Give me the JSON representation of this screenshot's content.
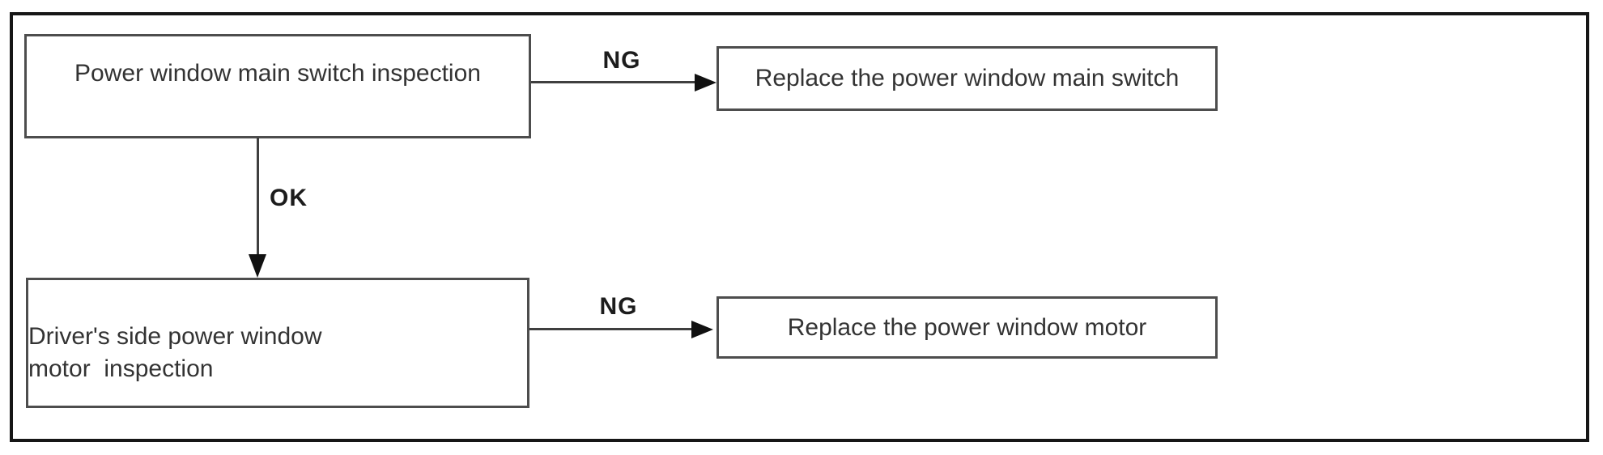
{
  "flowchart": {
    "step1": {
      "label": "Power window main switch inspection"
    },
    "edge_ng1": {
      "label": "NG"
    },
    "action1": {
      "label": "Replace the power window main switch"
    },
    "edge_ok": {
      "label": "OK"
    },
    "step2": {
      "line1": "Driver's side power window",
      "line2": "motor  inspection"
    },
    "edge_ng2": {
      "label": "NG"
    },
    "action2": {
      "label": "Replace the power window motor"
    }
  },
  "colors": {
    "background": "#ffffff",
    "outer_border": "#161616",
    "box_border": "#4d4d4d",
    "connector": "#3f3f3f",
    "arrowhead": "#111111",
    "text": "#333333",
    "label_text": "#1c1c1c"
  }
}
